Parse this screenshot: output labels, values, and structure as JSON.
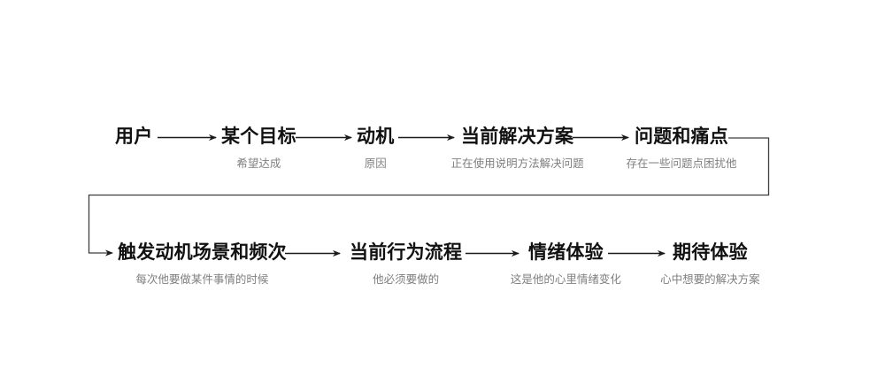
{
  "page": {
    "background_color": "#ffffff",
    "title_color": "#111111",
    "subtitle_color": "#7f7f7f",
    "line_color": "#2a2a2a"
  },
  "flow": {
    "rows": [
      {
        "nodes": [
          {
            "title": "用户",
            "subtitle": ""
          },
          {
            "title": "某个目标",
            "subtitle": "希望达成"
          },
          {
            "title": "动机",
            "subtitle": "原因"
          },
          {
            "title": "当前解决方案",
            "subtitle": "正在使用说明方法解决问题"
          },
          {
            "title": "问题和痛点",
            "subtitle": "存在一些问题点困扰他"
          }
        ]
      },
      {
        "nodes": [
          {
            "title": "触发动机场景和频次",
            "subtitle": "每次他要做某件事情的时候"
          },
          {
            "title": "当前行为流程",
            "subtitle": "他必须要做的"
          },
          {
            "title": "情绪体验",
            "subtitle": "这是他的心里情绪变化"
          },
          {
            "title": "期待体验",
            "subtitle": "心中想要的解决方案"
          }
        ]
      }
    ]
  }
}
